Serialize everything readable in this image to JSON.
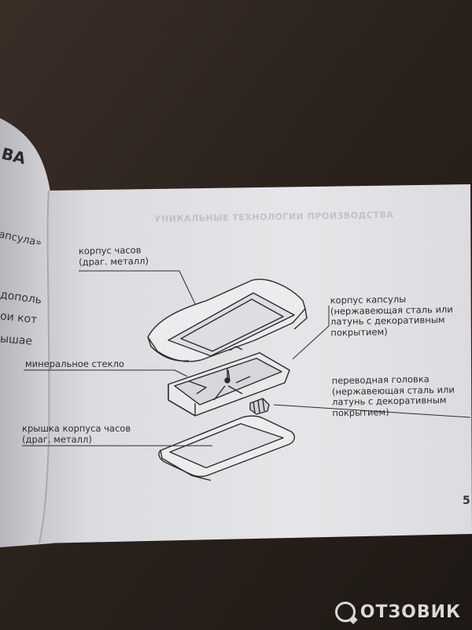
{
  "labels": {
    "watch_case": [
      "корпус часов",
      "(драг. металл)"
    ],
    "capsule_case": [
      "корпус капсулы",
      "(нержавеющая сталь или",
      "латунь с декоративным",
      "покрытием)"
    ],
    "mineral_glass": [
      "минеральное стекло"
    ],
    "crown": [
      "переводная  головка",
      "(нержавеющая сталь или",
      "латунь с декоративным",
      "покрытием)"
    ],
    "case_back": [
      "крышка корпуса часов",
      "(драг. металл)"
    ]
  },
  "faint_header": "УНИКАЛЬНЫЕ ТЕХНОЛОГИИ ПРОИЗВОДСТВА",
  "page_number": "5",
  "left_page_fragments": [
    "ВА",
    "апсула»",
    "дополь",
    "ои кот",
    "ышае"
  ],
  "watermark": "ОТЗОВИК",
  "colors": {
    "table": "#2a211c",
    "paper": "#e6e5e8",
    "ink": "#2c2c2c"
  }
}
